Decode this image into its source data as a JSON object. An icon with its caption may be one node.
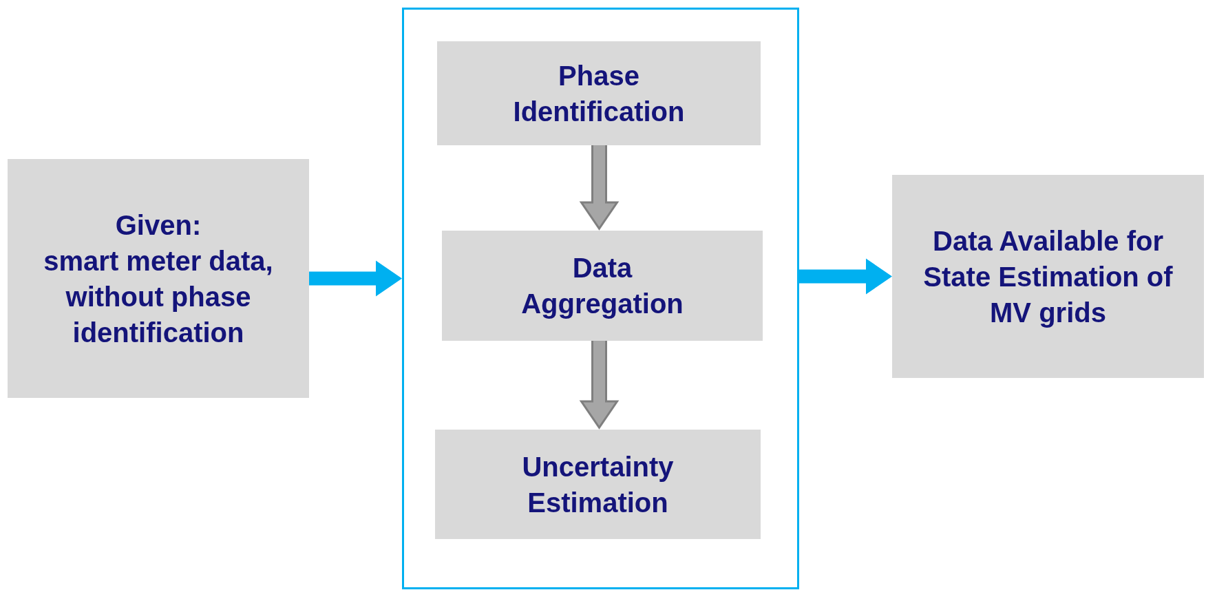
{
  "diagram": {
    "nodes": [
      {
        "text": [
          "Given:",
          "smart meter data, without phase identification"
        ]
      },
      {
        "text": [],
        "shape": "box"
      },
      {
        "text": [
          "Phase Identification"
        ],
        "in": 1
      },
      {
        "text": [
          "Data Aggregation"
        ],
        "in": 1
      },
      {
        "text": [
          "Uncertainty Estimation"
        ],
        "in": 1
      },
      {
        "text": [
          "Data Available for State Estimation of MV grids"
        ]
      }
    ],
    "edges": [
      {
        "from": 0,
        "to": 1,
        "arrow": "to"
      },
      {
        "from": 2,
        "to": 3,
        "arrow": "to",
        "color": "#a6a6a6"
      },
      {
        "from": 3,
        "to": 4,
        "arrow": "to",
        "color": "#a6a6a6"
      },
      {
        "from": 1,
        "to": 5,
        "arrow": "to"
      }
    ]
  }
}
